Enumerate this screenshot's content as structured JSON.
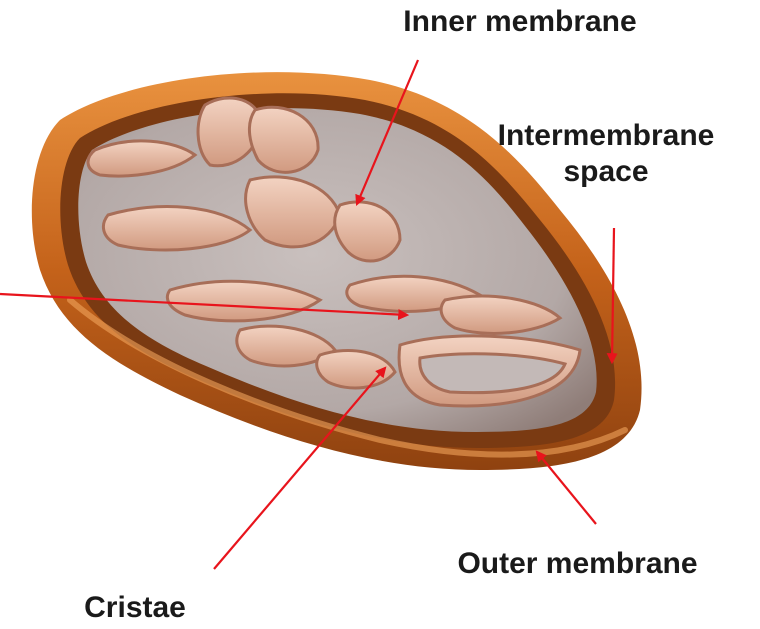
{
  "diagram": {
    "labels": {
      "inner_membrane": "Inner membrane",
      "intermembrane_space_line1": "Intermembrane",
      "intermembrane_space_line2": "space",
      "outer_membrane": "Outer membrane",
      "cristae": "Cristae"
    },
    "colors": {
      "outer_membrane": "#c4621a",
      "outer_membrane_highlight": "#e9923f",
      "inner_surface": "#e6cfc3",
      "cristae_fold": "#e2b5a0",
      "matrix": "#bdb2b0",
      "arrow": "#e8141c",
      "label_text": "#1a1a1a"
    }
  }
}
